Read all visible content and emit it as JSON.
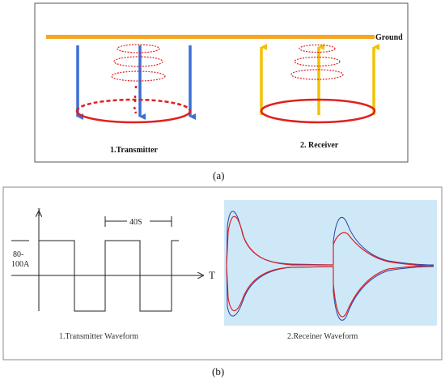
{
  "panel_a": {
    "ground_label": "Ground",
    "transmitter_label": "1.Transmitter",
    "receiver_label": "2. Receiver",
    "caption": "(a)"
  },
  "panel_b": {
    "current_axis_label": "I",
    "time_axis_label": "T",
    "period_label": "40S",
    "current_range_line1": "80-",
    "current_range_line2": "100A",
    "transmitter_caption": "1.Transmitter Waveform",
    "receiver_caption": "2.Receiner Waveform",
    "caption": "(b)"
  },
  "colors": {
    "ground": "#f5a623",
    "transmitter_arrow": "#3a6fd8",
    "receiver_arrow": "#f2c200",
    "loop": "#e02020",
    "waveform_background": "#cfe8f7",
    "trace_red": "#e02020",
    "trace_blue": "#2a3fa8"
  }
}
